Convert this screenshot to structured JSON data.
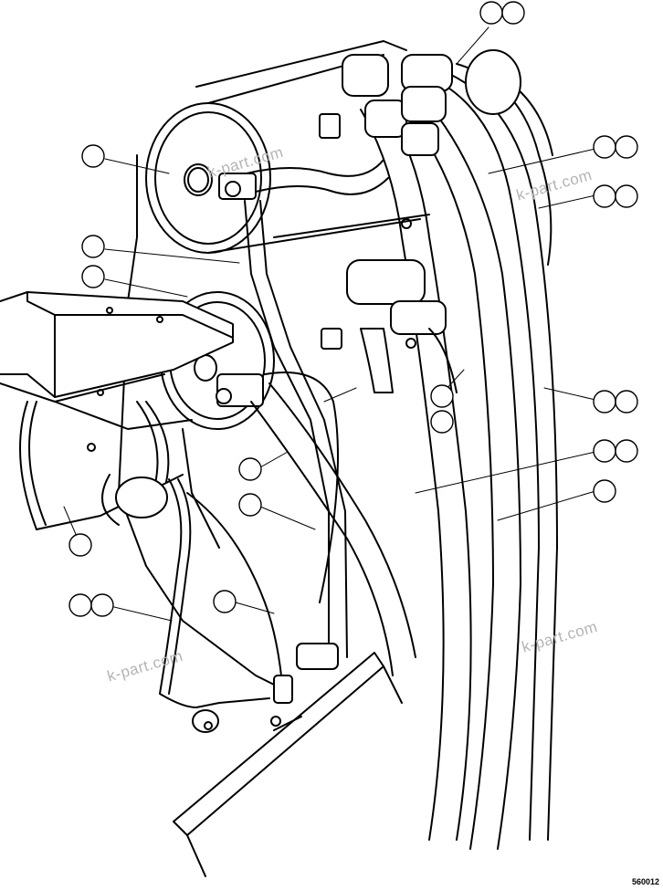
{
  "watermarks": [
    "k-part.com",
    "k-part.com",
    "k-part.com"
  ],
  "figure_number": "560012",
  "callouts": {
    "single": [
      "fitting-circle",
      "harness-upper-circle",
      "harness-lower-circle",
      "motor-circle",
      "cable-mid-circle",
      "cable-lower-circle",
      "ground-wire-circle",
      "clip-circle",
      "connector-circle",
      "hose-right-circle"
    ],
    "double": [
      "top-double",
      "right-upper-double",
      "right-mid-double",
      "right-hose-double",
      "right-lower-double",
      "left-bottom-double"
    ]
  }
}
